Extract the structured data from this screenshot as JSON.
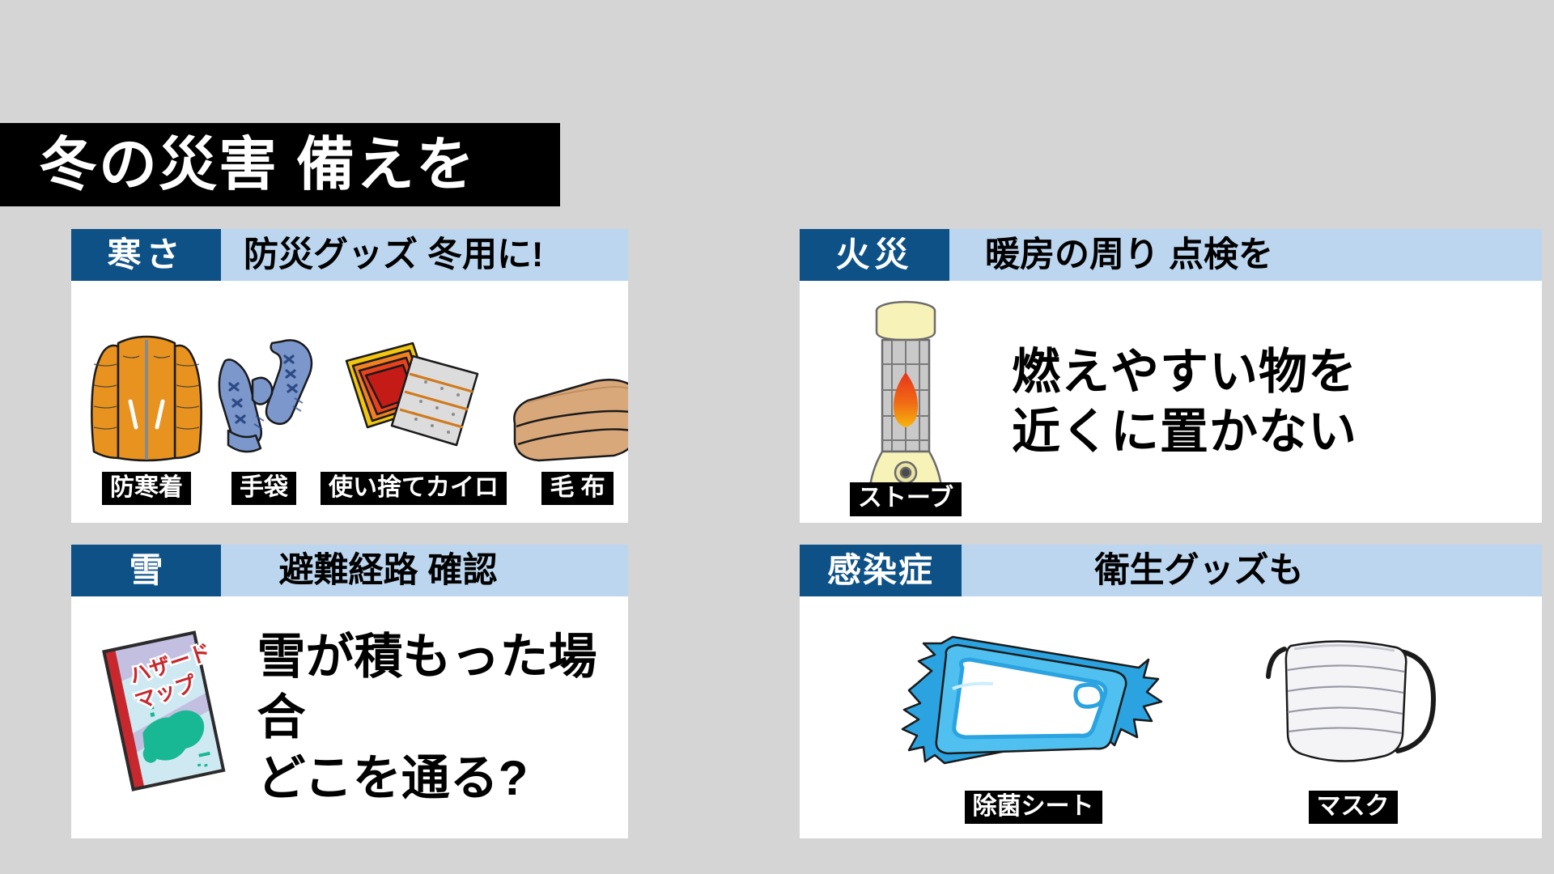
{
  "title": {
    "text": "冬の災害 備えを"
  },
  "panels": [
    {
      "id": "cold",
      "badge": "寒さ",
      "heading": "防災グッズ 冬用に!",
      "items": [
        {
          "label": "防寒着",
          "icon": "winter-coat-icon"
        },
        {
          "label": "手袋",
          "icon": "gloves-icon"
        },
        {
          "label": "使い捨てカイロ",
          "icon": "heat-pack-icon"
        },
        {
          "label": "毛 布",
          "icon": "blanket-icon"
        }
      ]
    },
    {
      "id": "fire",
      "badge": "火災",
      "heading": "暖房の周り 点検を",
      "item_label": "ストーブ",
      "icon": "stove-heater-icon",
      "body_line1": "燃えやすい物を",
      "body_line2": "近くに置かない"
    },
    {
      "id": "snow",
      "badge": "雪",
      "heading": "避難経路 確認",
      "icon": "hazard-map-booklet-icon",
      "map_label_line1": "ハザード",
      "map_label_line2": "マップ",
      "body_line1": "雪が積もった場合",
      "body_line2": "どこを通る?"
    },
    {
      "id": "virus",
      "badge": "感染症",
      "heading": "衛生グッズも",
      "items": [
        {
          "label": "除菌シート",
          "icon": "sanitizing-wipes-icon"
        },
        {
          "label": "マスク",
          "icon": "face-mask-icon"
        }
      ]
    }
  ],
  "colors": {
    "background": "#d5d5d5",
    "badge_blue": "#0d5187",
    "header_light_blue": "#bcd6ef",
    "chip_black": "#000000",
    "panel_white": "#ffffff",
    "coat_orange": "#e8921f",
    "glove_blue": "#7b97cc",
    "heatpack_red": "#e8421d",
    "blanket_tan": "#d9a87a",
    "stove_cream": "#f7f2b8",
    "map_red": "#c8282d",
    "map_green": "#19b894",
    "wipes_blue": "#2aa3e0"
  }
}
